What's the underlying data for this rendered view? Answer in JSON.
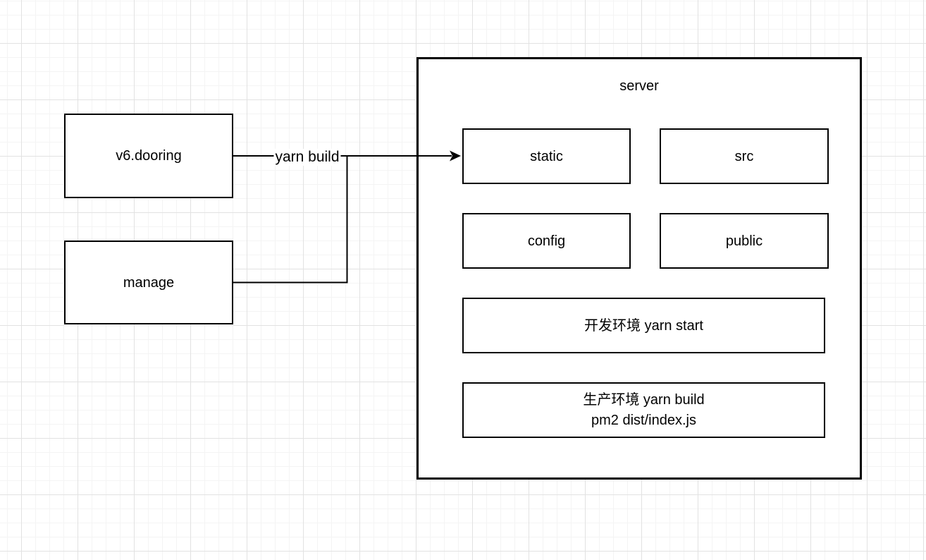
{
  "canvas": {
    "background_color": "#ffffff",
    "grid_minor_color": "#f4f4f4",
    "grid_major_color": "#e2e2e2",
    "stroke_color": "#000000",
    "text_color": "#000000"
  },
  "nodes": {
    "v6_dooring": {
      "label": "v6.dooring"
    },
    "manage": {
      "label": "manage"
    },
    "server": {
      "label": "server"
    },
    "static": {
      "label": "static"
    },
    "src": {
      "label": "src"
    },
    "config": {
      "label": "config"
    },
    "public": {
      "label": "public"
    },
    "dev_env": {
      "label": "开发环境 yarn start"
    },
    "prod_env": {
      "line1": "生产环境 yarn build",
      "line2": "pm2 dist/index.js"
    }
  },
  "edges": {
    "build": {
      "label": "yarn build"
    }
  }
}
